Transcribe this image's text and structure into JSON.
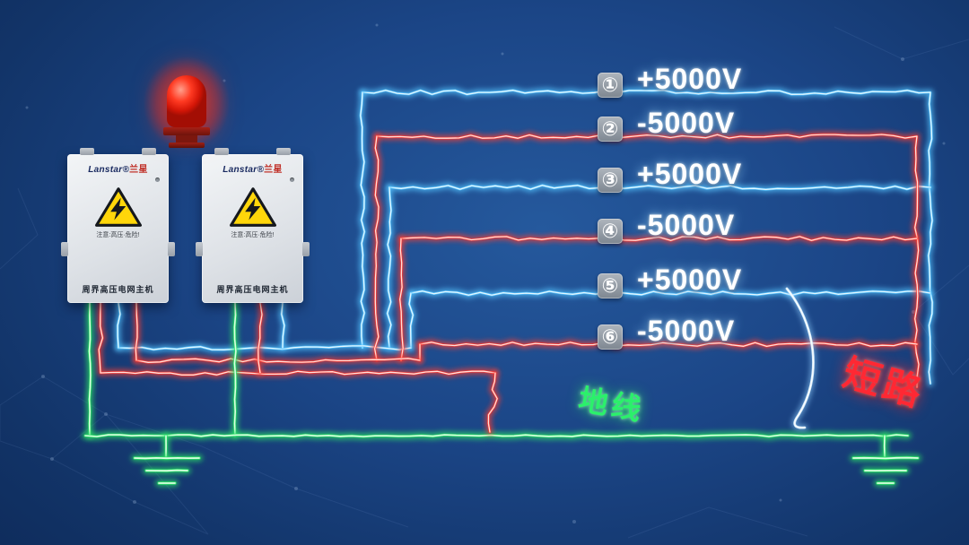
{
  "devices": {
    "brand_en": "Lanstar®",
    "brand_cn": "兰星",
    "warning_text": "注意:高压·危险!",
    "device_label": "周界高压电网主机"
  },
  "wires": [
    {
      "num": "①",
      "voltage": "+5000V",
      "polarity": "positive"
    },
    {
      "num": "②",
      "voltage": "-5000V",
      "polarity": "negative"
    },
    {
      "num": "③",
      "voltage": "+5000V",
      "polarity": "positive"
    },
    {
      "num": "④",
      "voltage": "-5000V",
      "polarity": "negative"
    },
    {
      "num": "⑤",
      "voltage": "+5000V",
      "polarity": "positive"
    },
    {
      "num": "⑥",
      "voltage": "-5000V",
      "polarity": "negative"
    }
  ],
  "annotations": {
    "ground_label": "地线",
    "short_circuit_label": "短路"
  },
  "colors": {
    "background": "#14356b",
    "positive_glow": "#54c4ff",
    "negative_glow": "#ff3b30",
    "ground_glow": "#2ae066",
    "wire_core": "#eefaff",
    "wire_core_warm": "#ffe9e5",
    "ground_core": "#e4ffe9",
    "arc": "#d8f0ff",
    "alarm_red": "#ff2012",
    "badge_bg": "#8e959e",
    "label_text": "#ffffff"
  }
}
